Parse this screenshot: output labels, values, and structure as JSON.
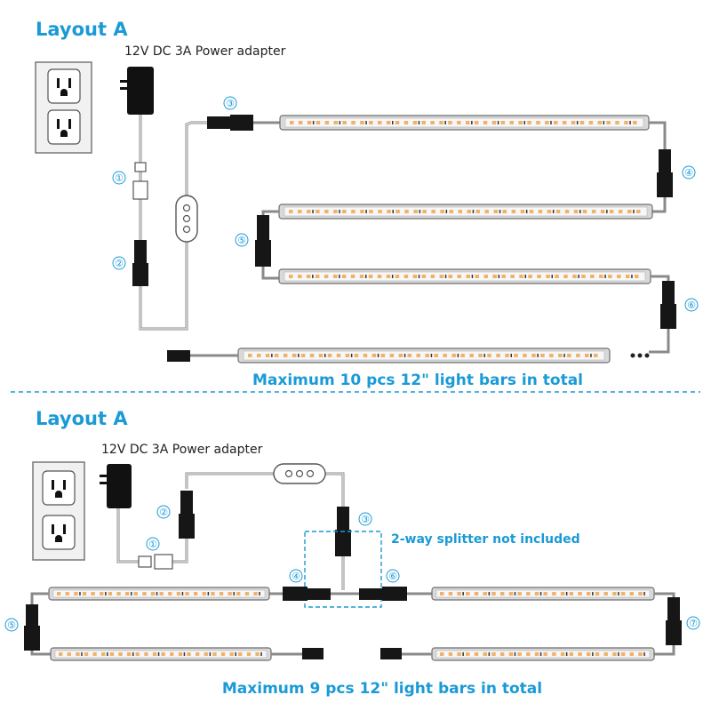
{
  "colors": {
    "accent": "#1a9ad6",
    "led": "#f0b26a",
    "connector": "#161616",
    "cable": "#8a8a8a"
  },
  "layout_a_top": {
    "title": "Layout A",
    "adapter_label": "12V DC 3A Power adapter",
    "total_note": "Maximum 10 pcs 12\" light bars in total",
    "markers": [
      "①",
      "②",
      "③",
      "④",
      "⑤",
      "⑥"
    ]
  },
  "layout_a_bottom": {
    "title": "Layout A",
    "adapter_label": "12V DC 3A Power adapter",
    "splitter_note": "2-way splitter not included",
    "total_note": "Maximum 9 pcs 12\" light bars in total",
    "markers": [
      "①",
      "②",
      "③",
      "④",
      "⑤",
      "⑥",
      "⑦"
    ]
  }
}
